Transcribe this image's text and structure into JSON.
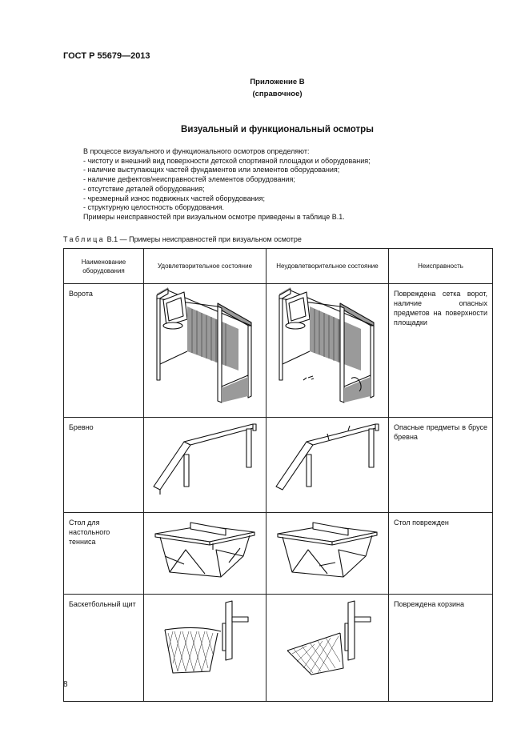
{
  "header": {
    "standard": "ГОСТ Р 55679—2013"
  },
  "appendix": {
    "title": "Приложение В",
    "type": "(справочное)"
  },
  "section_title": "Визуальный и функциональный осмотры",
  "intro": {
    "lead": "В процессе визуального и функционального осмотров определяют:",
    "items": [
      "- чистоту и внешний вид поверхности детской спортивной площадки и оборудования;",
      "- наличие выступающих частей фундаментов или элементов оборудования;",
      "- наличие дефектов/неисправностей элементов оборудования;",
      "- отсутствие деталей оборудования;",
      "- чрезмерный износ подвижных частей оборудования;",
      "- структурную целостность оборудования."
    ],
    "closing": "Примеры неисправностей при визуальном осмотре приведены в таблице В.1."
  },
  "table_caption": {
    "label": "Таблица",
    "rest": " В.1 — Примеры неисправностей при визуальном осмотре"
  },
  "table": {
    "headers": [
      "Наименование оборудования",
      "Удовлетворительное состояние",
      "Неудовлетворительное состояние",
      "Неисправность"
    ],
    "rows": [
      {
        "name": "Ворота",
        "defect": "Повреждена сетка ворот, наличие опасных предметов на поверхности площадки"
      },
      {
        "name": "Бревно",
        "defect": "Опасные предметы в брусе бревна"
      },
      {
        "name": "Стол для настольного тенниса",
        "defect": "Стол поврежден"
      },
      {
        "name": "Баскетбольный щит",
        "defect": "Повреждена корзина"
      }
    ]
  },
  "page_number": "8"
}
